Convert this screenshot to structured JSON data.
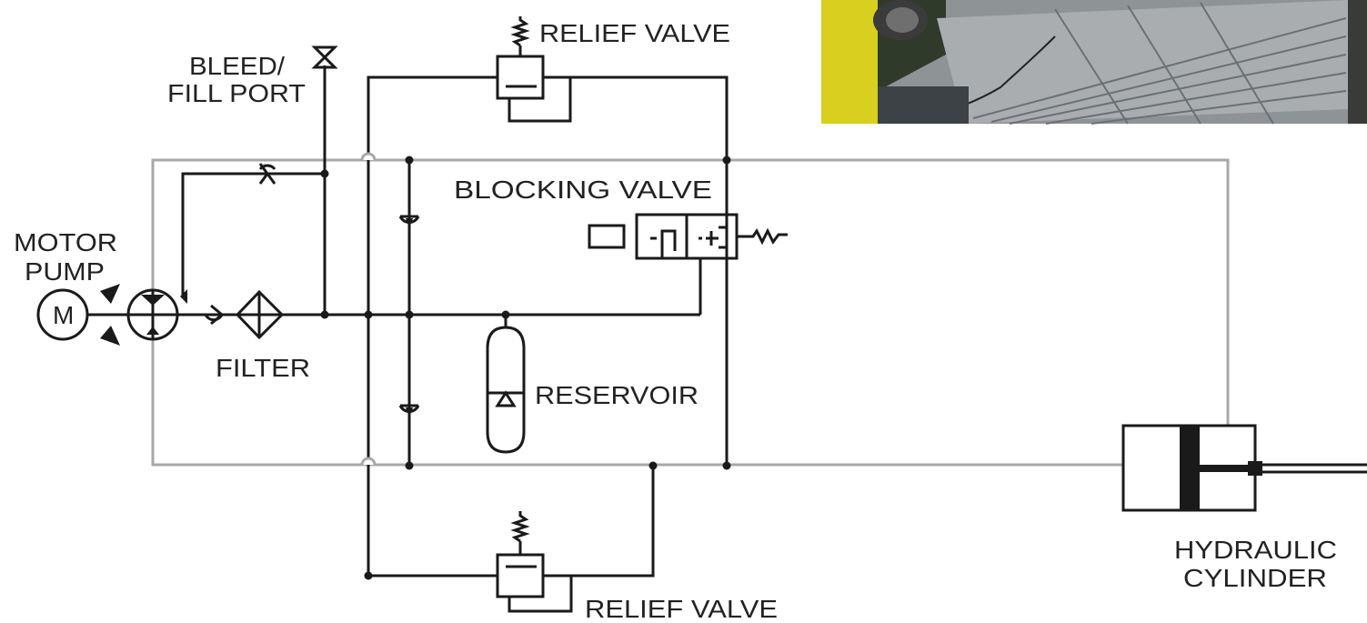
{
  "labels": {
    "relief_valve_top": "RELIEF VALVE",
    "bleed_line1": "BLEED/",
    "bleed_line2": "FILL PORT",
    "blocking_valve": "BLOCKING VALVE",
    "motor": "MOTOR",
    "pump": "PUMP",
    "motor_symbol": "M",
    "filter": "FILTER",
    "reservoir": "RESERVOIR",
    "hydraulic": "HYDRAULIC",
    "cylinder": "CYLINDER",
    "relief_valve_bottom": "RELIEF VALVE"
  },
  "colors": {
    "line_black": "#1a1a1a",
    "line_gray": "#a8a8a8",
    "photo_yellow": "#d9d11c",
    "photo_metal": "#9ea3a6"
  }
}
